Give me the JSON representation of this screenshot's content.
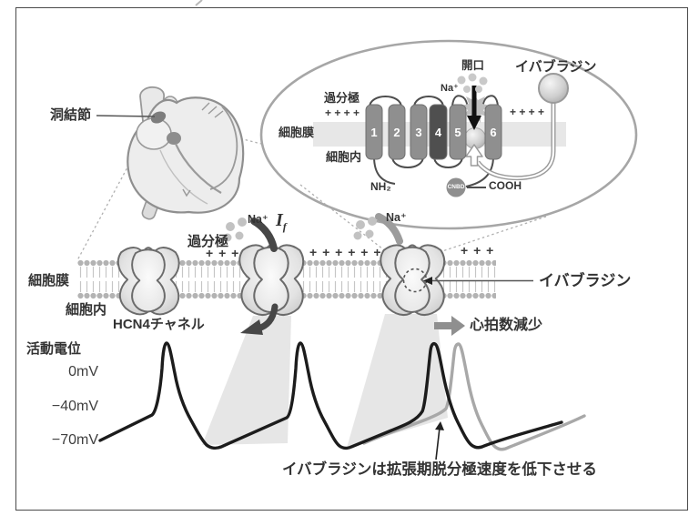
{
  "figure": {
    "heart": {
      "sa_node_label": "洞結節"
    },
    "inset": {
      "hyperpolarization": "過分極",
      "plus_left": "+ + + +",
      "plus_right": "+ + + +",
      "membrane_label": "細胞膜",
      "intracellular_label": "細胞内",
      "opening_label": "開口",
      "na_label": "Na⁺",
      "ivabradine_label": "イバブラジン",
      "nh2_label": "NH₂",
      "cnbd_label": "CNBD",
      "cooh_label": "COOH",
      "segments": [
        "1",
        "2",
        "3",
        "4",
        "5",
        "6"
      ]
    },
    "membrane_view": {
      "membrane_label": "細胞膜",
      "intracellular_label": "細胞内",
      "channel_label": "HCN4チャネル",
      "hyperpolarization": "過分極",
      "plus_a": "+ + +",
      "plus_b": "+ + + + + +",
      "plus_c": "+ + +",
      "na_left": "Na⁺",
      "if_current_i": "I",
      "if_current_sub": "f",
      "na_right": "Na⁺",
      "ivabradine_label": "イバブラジン",
      "heart_rate_label": "心拍数減少"
    },
    "action_potential": {
      "title": "活動電位",
      "mv_0": "0mV",
      "mv_40": "−40mV",
      "mv_70": "−70mV",
      "annotation": "イバブラジンは拡張期脱分極速度を低下させる"
    },
    "colors": {
      "trace_black": "#1c1c1c",
      "trace_gray": "#a8a8a8",
      "beam_gray": "#dcdcdc",
      "segment_gray": "#8f8f8f",
      "segment_dark": "#4f4f4f",
      "arrow_dark": "#474747",
      "arrow_gray": "#8f8f8f"
    }
  }
}
